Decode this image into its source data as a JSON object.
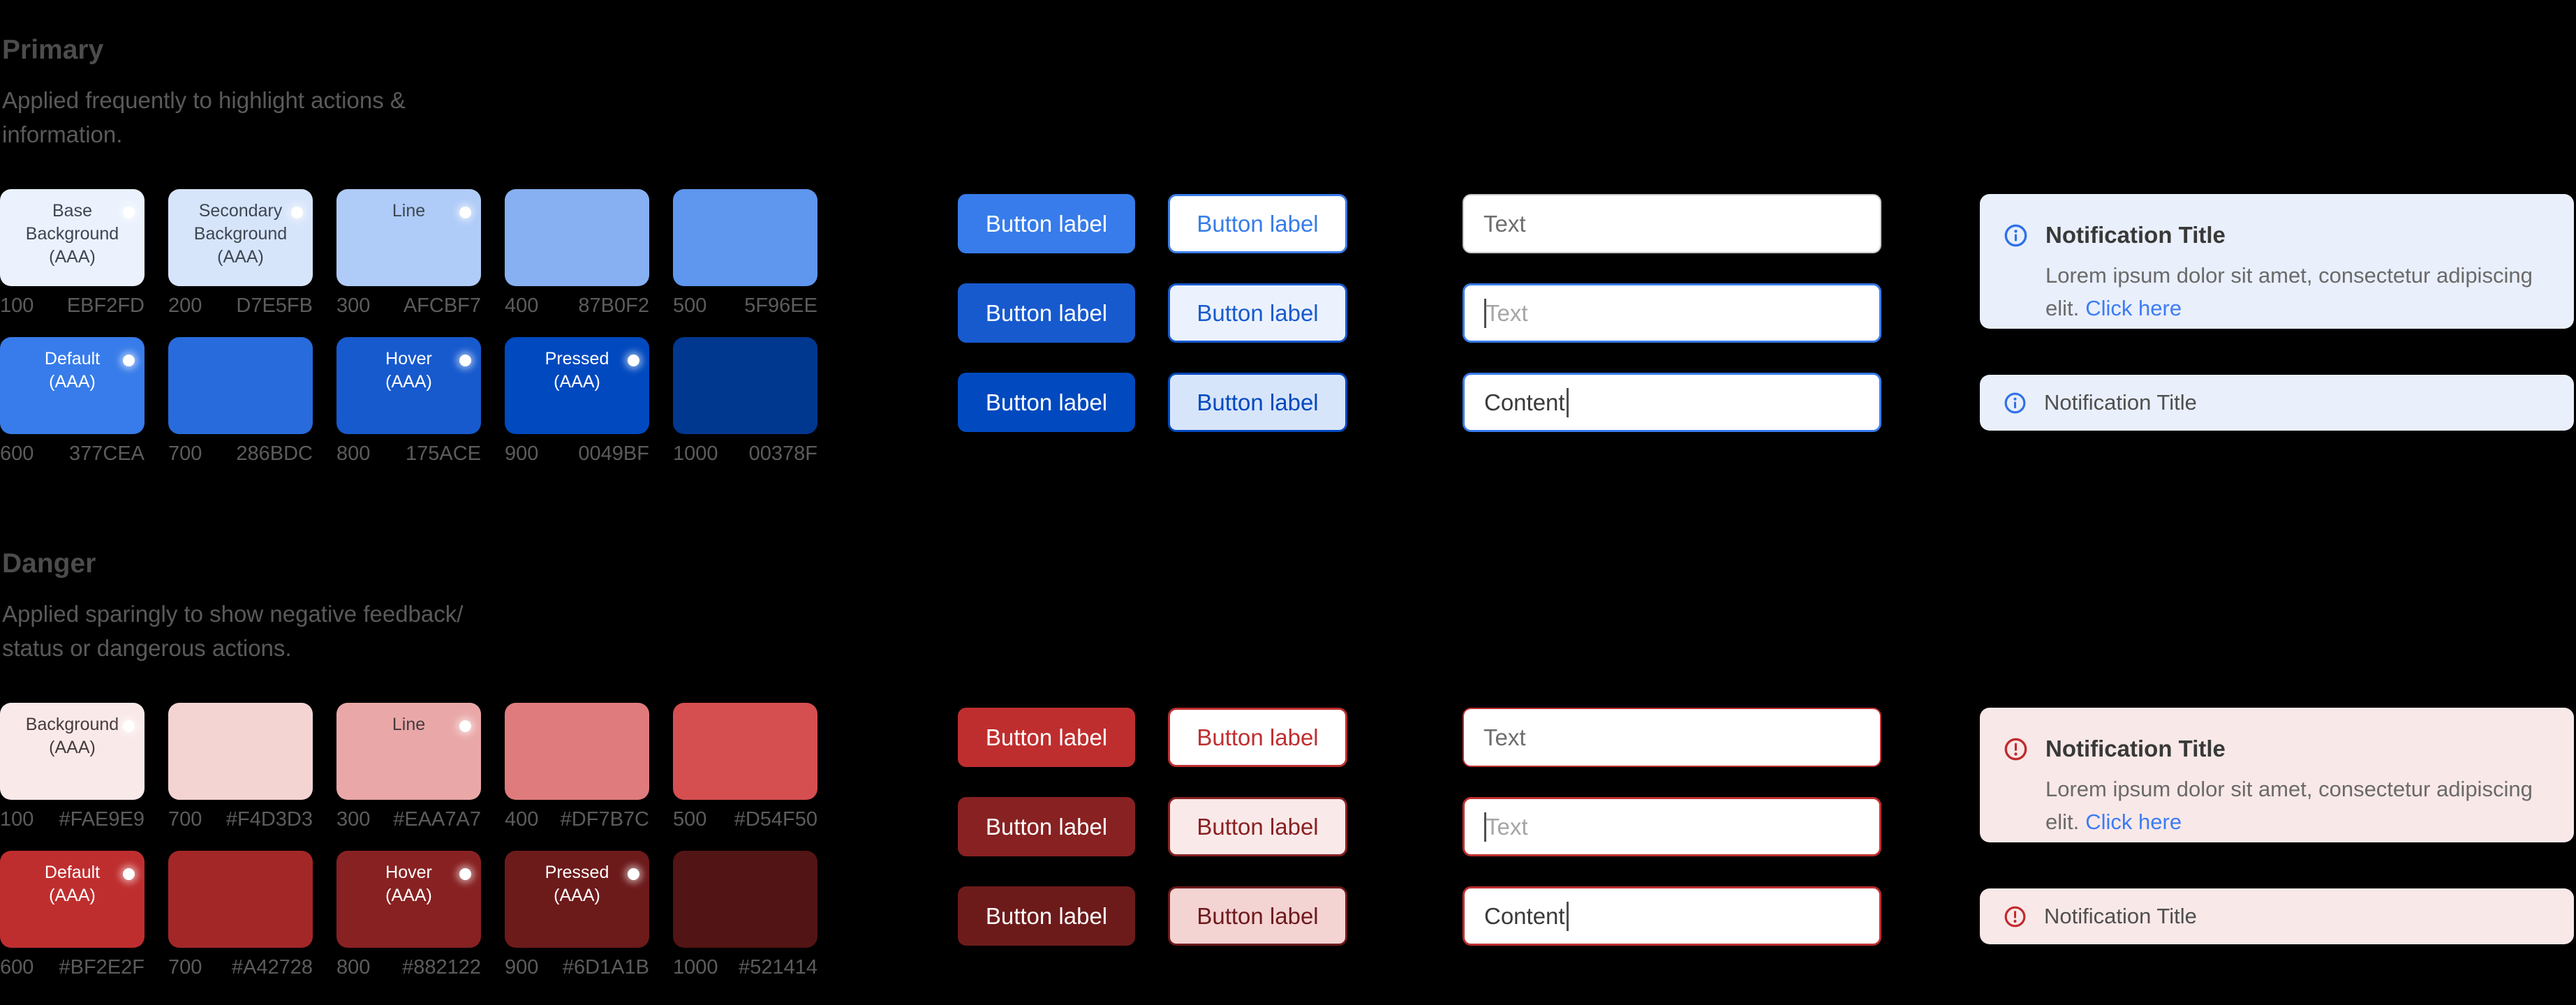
{
  "colors": {
    "canvas_background": "#000000",
    "primary_accent": "#377CEA",
    "danger_accent": "#BF2E2F",
    "link_blue": "#3B7CF5"
  },
  "button": {
    "label": "Button label"
  },
  "input": {
    "text_value": "Text",
    "placeholder": "Text",
    "content_value": "Content"
  },
  "notification": {
    "title": "Notification Title",
    "body_line1": "Lorem ipsum dolor sit amet, consectetur adipiscing",
    "body_line2": "elit.",
    "link_label": "Click here"
  },
  "primary": {
    "title": "Primary",
    "description": [
      "Applied frequently to highlight actions &",
      "information."
    ],
    "row1": [
      {
        "scale": "100",
        "hex": "EBF2FD",
        "lines": [
          "Base",
          "Background",
          "(AAA)"
        ]
      },
      {
        "scale": "200",
        "hex": "D7E5FB",
        "lines": [
          "Secondary",
          "Background",
          "(AAA)"
        ]
      },
      {
        "scale": "300",
        "hex": "AFCBF7",
        "lines": [
          "Line"
        ]
      },
      {
        "scale": "400",
        "hex": "87B0F2"
      },
      {
        "scale": "500",
        "hex": "5F96EE"
      }
    ],
    "row2": [
      {
        "scale": "600",
        "hex": "377CEA",
        "lines": [
          "Default",
          "(AAA)"
        ]
      },
      {
        "scale": "700",
        "hex": "286BDC"
      },
      {
        "scale": "800",
        "hex": "175ACE",
        "lines": [
          "Hover",
          "(AAA)"
        ]
      },
      {
        "scale": "900",
        "hex": "0049BF",
        "lines": [
          "Pressed",
          "(AAA)"
        ]
      },
      {
        "scale": "1000",
        "hex": "00378F"
      }
    ]
  },
  "danger": {
    "title": "Danger",
    "description": [
      "Applied sparingly to show negative feedback/",
      "status or dangerous actions."
    ],
    "row1": [
      {
        "scale": "100",
        "hex": "#FAE9E9",
        "lines": [
          "Background",
          "(AAA)"
        ]
      },
      {
        "scale": "700",
        "hex": "#F4D3D3"
      },
      {
        "scale": "300",
        "hex": "#EAA7A7",
        "lines": [
          "Line"
        ]
      },
      {
        "scale": "400",
        "hex": "#DF7B7C"
      },
      {
        "scale": "500",
        "hex": "#D54F50"
      }
    ],
    "row2": [
      {
        "scale": "600",
        "hex": "#BF2E2F",
        "lines": [
          "Default",
          "(AAA)"
        ]
      },
      {
        "scale": "700",
        "hex": "#A42728"
      },
      {
        "scale": "800",
        "hex": "#882122",
        "lines": [
          "Hover",
          "(AAA)"
        ]
      },
      {
        "scale": "900",
        "hex": "#6D1A1B",
        "lines": [
          "Pressed",
          "(AAA)"
        ]
      },
      {
        "scale": "1000",
        "hex": "#521414"
      }
    ]
  }
}
